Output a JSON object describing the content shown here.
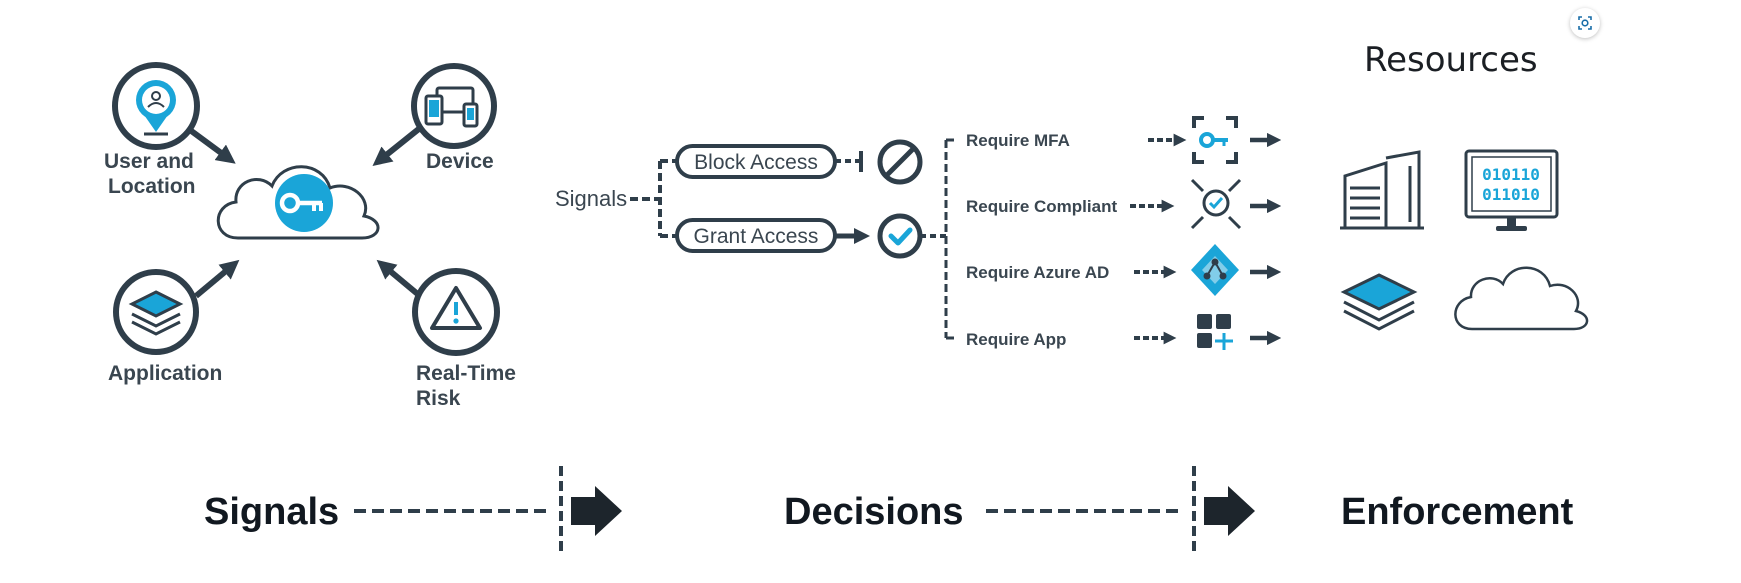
{
  "signals": {
    "user_location_line1": "User and",
    "user_location_line2": "Location",
    "device": "Device",
    "application": "Application",
    "risk_line1": "Real-Time",
    "risk_line2": "Risk"
  },
  "flow": {
    "signals_label": "Signals",
    "block_access": "Block Access",
    "grant_access": "Grant Access"
  },
  "requirements": {
    "mfa": "Require MFA",
    "compliant": "Require Compliant",
    "azure_ad": "Require Azure AD",
    "app": "Require App"
  },
  "resources": {
    "title": "Resources",
    "binary_line1": "010110",
    "binary_line2": "011010"
  },
  "stages": {
    "signals": "Signals",
    "decisions": "Decisions",
    "enforcement": "Enforcement"
  },
  "colors": {
    "dark": "#2f3e4a",
    "accent": "#1aa5d8",
    "label": "#3a4650"
  },
  "icons": {
    "focus_button": "focus-scan-icon"
  }
}
